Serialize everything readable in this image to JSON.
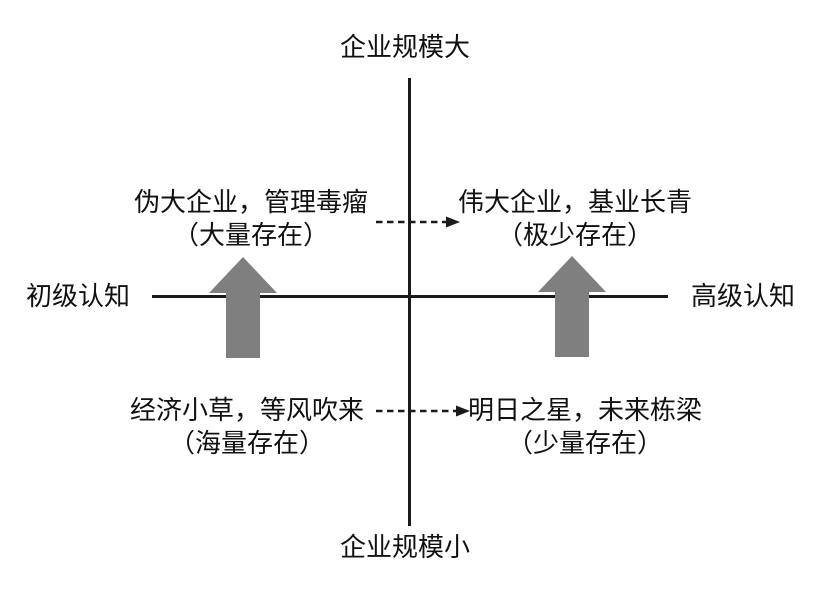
{
  "diagram": {
    "type": "quadrant-matrix",
    "axes": {
      "top_label": "企业规模大",
      "bottom_label": "企业规模小",
      "left_label": "初级认知",
      "right_label": "高级认知"
    },
    "quadrants": {
      "top_left": {
        "line1": "伪大企业，管理毒瘤",
        "line2": "（大量存在）"
      },
      "top_right": {
        "line1": "伟大企业，基业长青",
        "line2": "（极少存在）"
      },
      "bottom_left": {
        "line1": "经济小草，等风吹来",
        "line2": "（海量存在）"
      },
      "bottom_right": {
        "line1": "明日之星，未来栋梁",
        "line2": "（少量存在）"
      }
    },
    "colors": {
      "block_arrow_gray": "#7f7f7f",
      "line_black": "#1a1a1a",
      "text_black": "#111111",
      "background": "#ffffff"
    }
  }
}
